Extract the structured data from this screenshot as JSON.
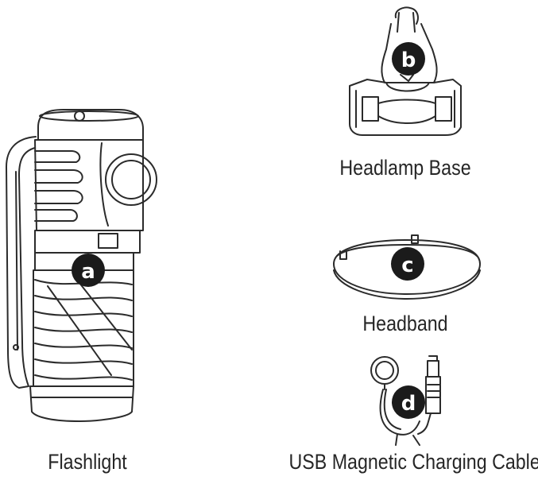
{
  "components": [
    {
      "letter": "a",
      "label": "Flashlight"
    },
    {
      "letter": "b",
      "label": "Headlamp Base"
    },
    {
      "letter": "c",
      "label": "Headband"
    },
    {
      "letter": "d",
      "label": "USB Magnetic Charging Cable"
    }
  ],
  "colors": {
    "line": "#2b2b2b",
    "badge": "#1b1b1b",
    "badge_text": "#ffffff",
    "background": "#ffffff"
  },
  "icons": [
    "flashlight-illustration",
    "headlamp-base-illustration",
    "headband-illustration",
    "usb-cable-illustration"
  ]
}
